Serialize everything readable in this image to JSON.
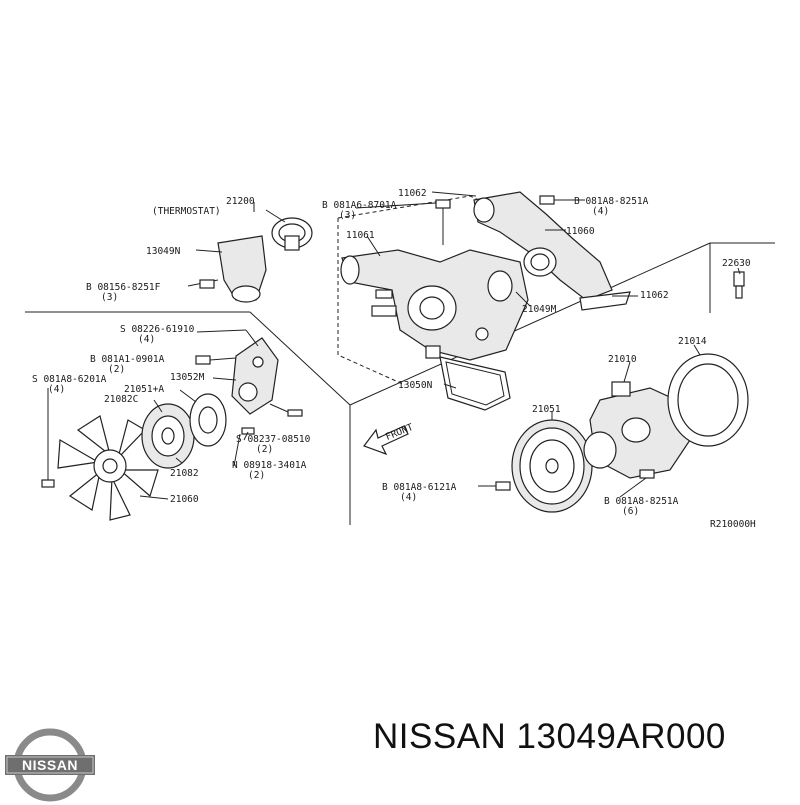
{
  "diagram": {
    "labels": [
      "21200",
      "(THERMOSTAT)",
      "13049N",
      "B 08156-8251F",
      "(3)",
      "B 081A6-8701A",
      "(3)",
      "11061",
      "11062",
      "B 081A8-8251A",
      "(4)",
      "11060",
      "21049M",
      "11062",
      "22630",
      "S 08226-61910",
      "(4)",
      "B 081A1-0901A",
      "(2)",
      "13052M",
      "S 081A8-6201A",
      "(4)",
      "21051+A",
      "21082C",
      "S 08237-08510",
      "(2)",
      "N 08918-3401A",
      "(2)",
      "21082",
      "21060",
      "13050N",
      "FRONT",
      "21051",
      "21010",
      "21014",
      "B 081A8-6121A",
      "(4)",
      "B 081A8-8251A",
      "(6)",
      "R210000H"
    ]
  },
  "caption": {
    "brand": "NISSAN",
    "part_number": "13049AR000"
  },
  "logo": {
    "text": "NISSAN",
    "color": "#8a8a8a",
    "band_color": "#6f6f6f"
  }
}
